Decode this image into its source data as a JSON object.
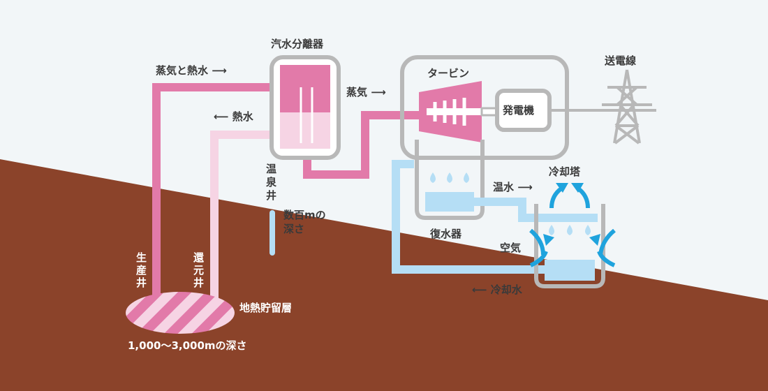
{
  "labels": {
    "separator": "汽水分離器",
    "steam_hot_water": "蒸気と熱水 ⟶",
    "hot_water": "⟵ 熱水",
    "steam": "蒸気 ⟶",
    "turbine": "タービン",
    "generator": "発電機",
    "power_line": "送電線",
    "hot_spring_well": [
      "温",
      "泉",
      "井"
    ],
    "depth_hundreds": [
      "数百mの",
      "深さ"
    ],
    "warm_water": "温水 ⟶",
    "cooling_tower": "冷却塔",
    "condenser": "復水器",
    "air": "空気",
    "cooling_water": "⟵ 冷却水",
    "production_well": [
      "生",
      "産",
      "井"
    ],
    "reinjection_well": [
      "還",
      "元",
      "井"
    ],
    "reservoir": "地熱貯留層",
    "depth_deep": "1,000～3,000mの深さ"
  },
  "colors": {
    "background": "#f2f6f8",
    "ground": "#8b432a",
    "pink_dark": "#e27aa9",
    "pink_light": "#f6d4e4",
    "blue_light": "#b5def5",
    "blue_arrow": "#1fa3dd",
    "gray": "#b8b8b8"
  }
}
